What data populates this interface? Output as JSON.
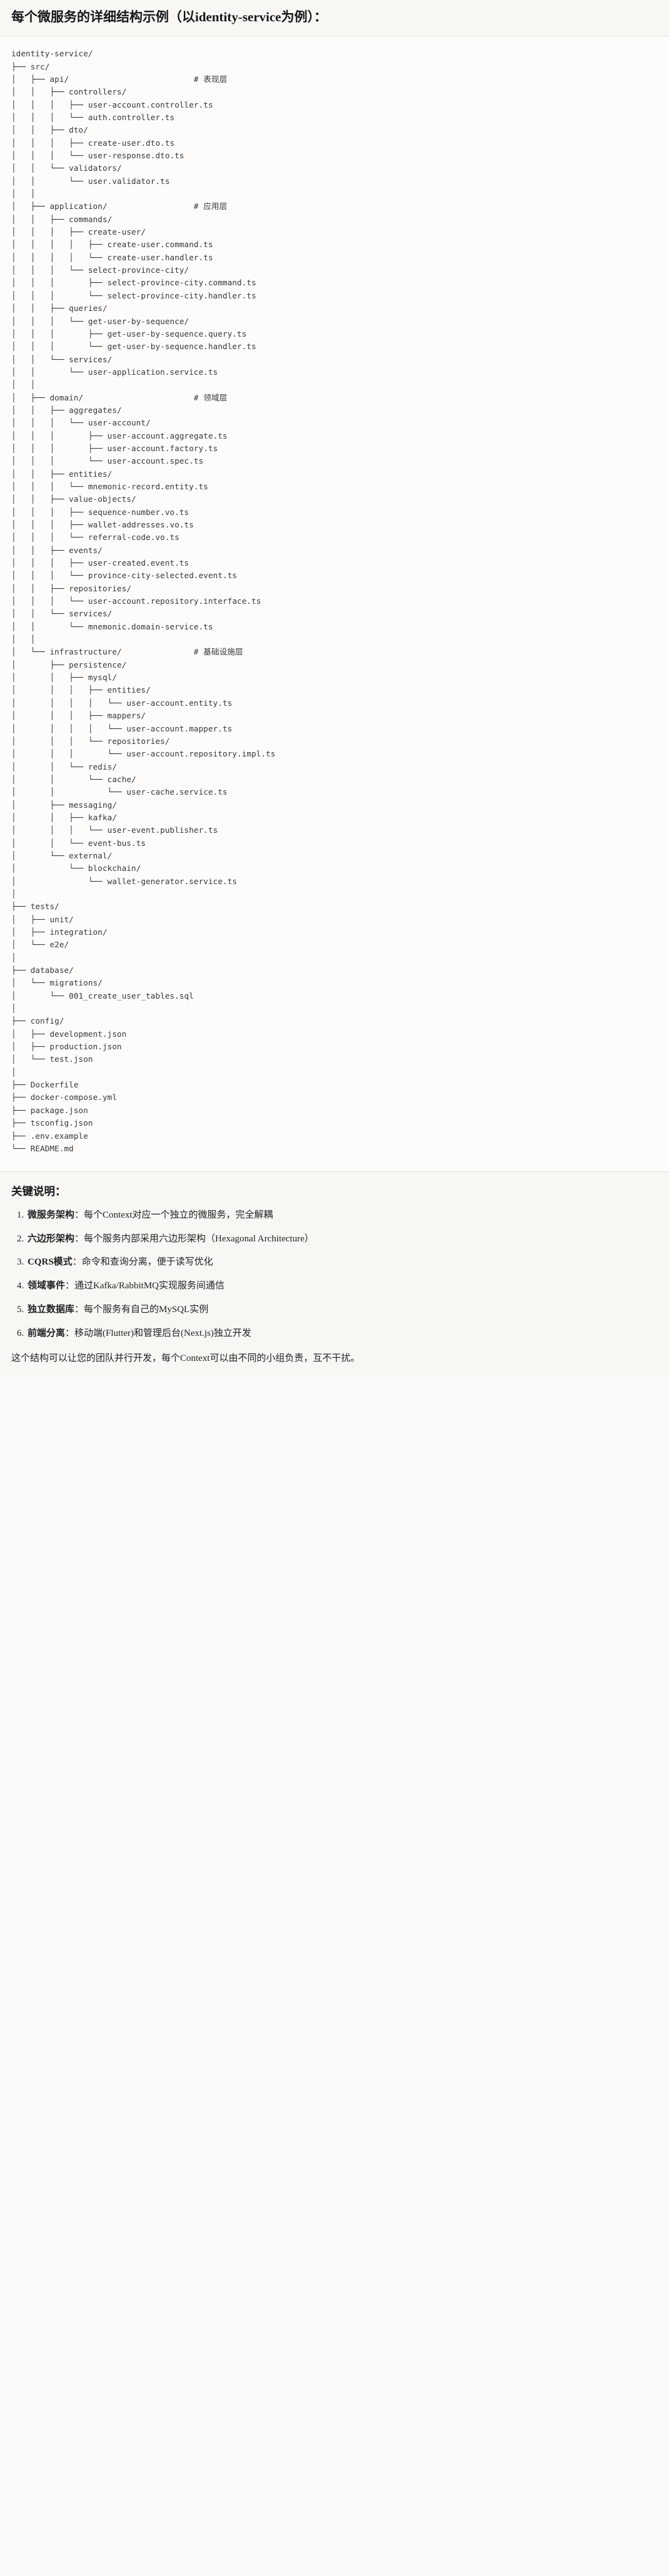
{
  "header": {
    "title": "每个微服务的详细结构示例（以identity-service为例）："
  },
  "tree": {
    "lines": [
      "identity-service/",
      "├── src/",
      "│   ├── api/                          # 表现层",
      "│   │   ├── controllers/",
      "│   │   │   ├── user-account.controller.ts",
      "│   │   │   └── auth.controller.ts",
      "│   │   ├── dto/",
      "│   │   │   ├── create-user.dto.ts",
      "│   │   │   └── user-response.dto.ts",
      "│   │   └── validators/",
      "│   │       └── user.validator.ts",
      "│   │",
      "│   ├── application/                  # 应用层",
      "│   │   ├── commands/",
      "│   │   │   ├── create-user/",
      "│   │   │   │   ├── create-user.command.ts",
      "│   │   │   │   └── create-user.handler.ts",
      "│   │   │   └── select-province-city/",
      "│   │   │       ├── select-province-city.command.ts",
      "│   │   │       └── select-province-city.handler.ts",
      "│   │   ├── queries/",
      "│   │   │   └── get-user-by-sequence/",
      "│   │   │       ├── get-user-by-sequence.query.ts",
      "│   │   │       └── get-user-by-sequence.handler.ts",
      "│   │   └── services/",
      "│   │       └── user-application.service.ts",
      "│   │",
      "│   ├── domain/                       # 领域层",
      "│   │   ├── aggregates/",
      "│   │   │   └── user-account/",
      "│   │   │       ├── user-account.aggregate.ts",
      "│   │   │       ├── user-account.factory.ts",
      "│   │   │       └── user-account.spec.ts",
      "│   │   ├── entities/",
      "│   │   │   └── mnemonic-record.entity.ts",
      "│   │   ├── value-objects/",
      "│   │   │   ├── sequence-number.vo.ts",
      "│   │   │   ├── wallet-addresses.vo.ts",
      "│   │   │   └── referral-code.vo.ts",
      "│   │   ├── events/",
      "│   │   │   ├── user-created.event.ts",
      "│   │   │   └── province-city-selected.event.ts",
      "│   │   ├── repositories/",
      "│   │   │   └── user-account.repository.interface.ts",
      "│   │   └── services/",
      "│   │       └── mnemonic.domain-service.ts",
      "│   │",
      "│   └── infrastructure/               # 基础设施层",
      "│       ├── persistence/",
      "│       │   ├── mysql/",
      "│       │   │   ├── entities/",
      "│       │   │   │   └── user-account.entity.ts",
      "│       │   │   ├── mappers/",
      "│       │   │   │   └── user-account.mapper.ts",
      "│       │   │   └── repositories/",
      "│       │   │       └── user-account.repository.impl.ts",
      "│       │   └── redis/",
      "│       │       └── cache/",
      "│       │           └── user-cache.service.ts",
      "│       ├── messaging/",
      "│       │   ├── kafka/",
      "│       │   │   └── user-event.publisher.ts",
      "│       │   └── event-bus.ts",
      "│       └── external/",
      "│           └── blockchain/",
      "│               └── wallet-generator.service.ts",
      "│",
      "├── tests/",
      "│   ├── unit/",
      "│   ├── integration/",
      "│   └── e2e/",
      "│",
      "├── database/",
      "│   └── migrations/",
      "│       └── 001_create_user_tables.sql",
      "│",
      "├── config/",
      "│   ├── development.json",
      "│   ├── production.json",
      "│   └── test.json",
      "│",
      "├── Dockerfile",
      "├── docker-compose.yml",
      "├── package.json",
      "├── tsconfig.json",
      "├── .env.example",
      "└── README.md"
    ]
  },
  "notes": {
    "heading": "关键说明：",
    "items": [
      {
        "term": "微服务架构",
        "body": "：每个Context对应一个独立的微服务，完全解耦"
      },
      {
        "term": "六边形架构",
        "body": "：每个服务内部采用六边形架构（Hexagonal Architecture）"
      },
      {
        "term": "CQRS模式",
        "body": "：命令和查询分离，便于读写优化"
      },
      {
        "term": "领域事件",
        "body": "：通过Kafka/RabbitMQ实现服务间通信"
      },
      {
        "term": "独立数据库",
        "body": "：每个服务有自己的MySQL实例"
      },
      {
        "term": "前端分离",
        "body": "：移动端(Flutter)和管理后台(Next.js)独立开发"
      }
    ],
    "closing": "这个结构可以让您的团队并行开发，每个Context可以由不同的小组负责，互不干扰。"
  }
}
